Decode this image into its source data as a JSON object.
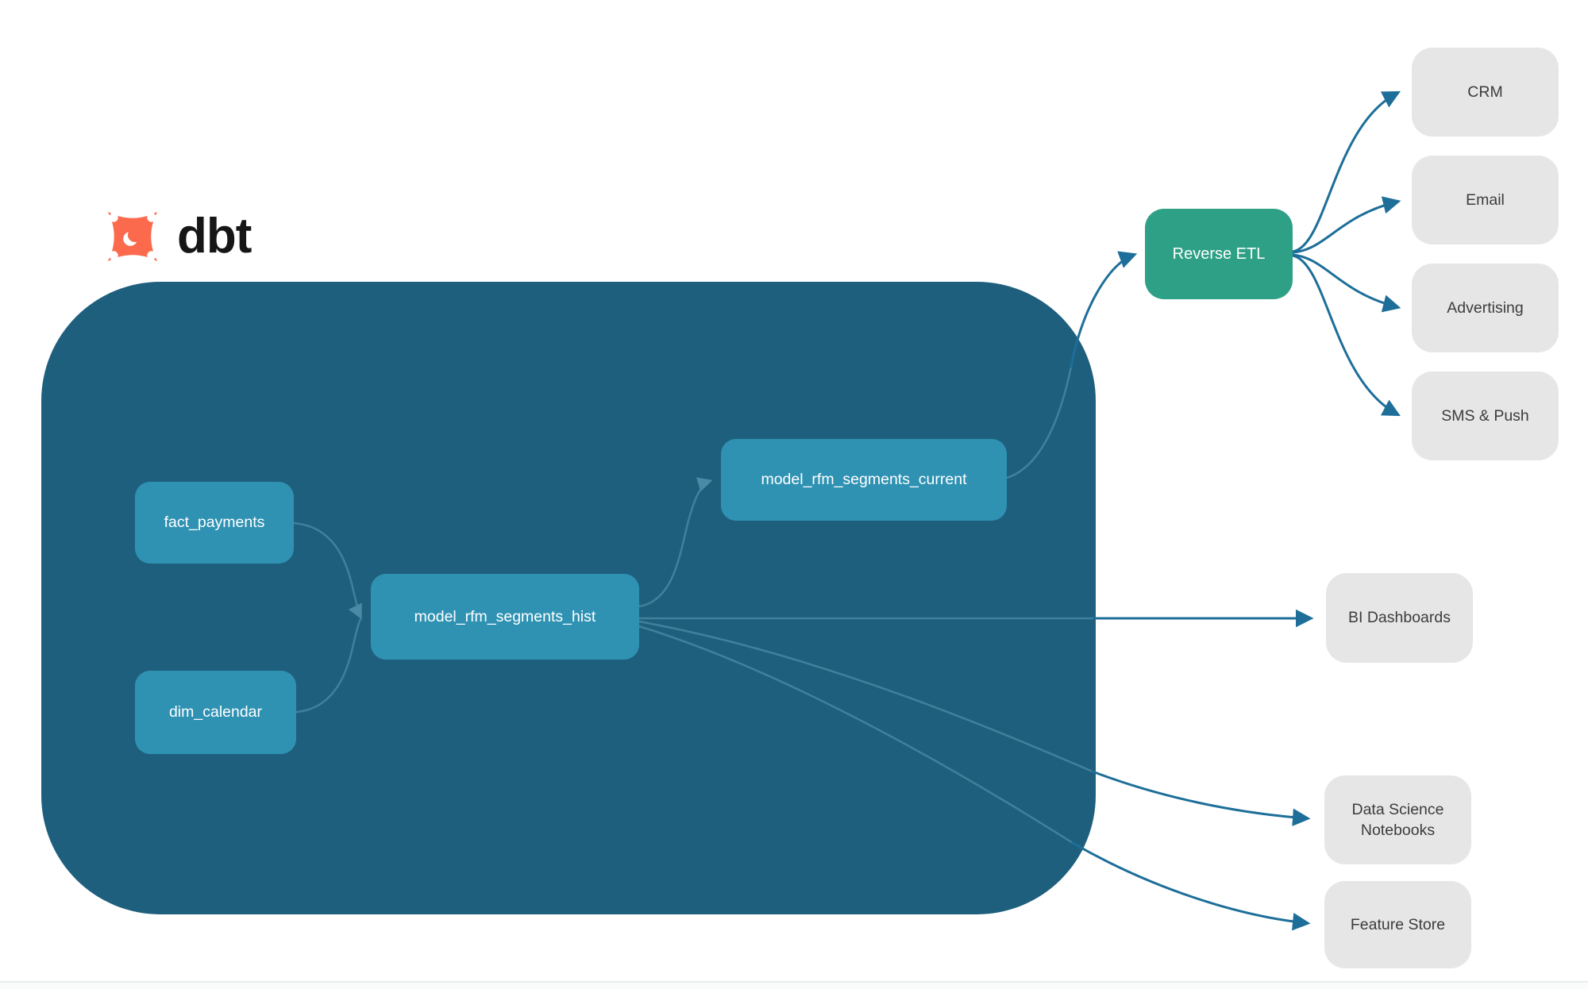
{
  "logo": {
    "wordmark": "dbt",
    "icon": "dbt-star-icon"
  },
  "colors": {
    "warehouse_container": "#1F5F7E",
    "model_node": "#2F92B3",
    "reverse_etl_node": "#2EA085",
    "destination_node": "#E6E6E6",
    "edge_dark": "#1D6E99",
    "edge_light": "#41809D",
    "logo_orange": "#FB6A4D",
    "node_text_light": "#FFFFFF",
    "node_text_dark": "#3C3C3C"
  },
  "nodes": {
    "fact_payments": "fact_payments",
    "dim_calendar": "dim_calendar",
    "model_rfm_segments_hist": "model_rfm_segments_hist",
    "model_rfm_segments_current": "model_rfm_segments_current",
    "reverse_etl": "Reverse ETL",
    "crm": "CRM",
    "email": "Email",
    "advertising": "Advertising",
    "sms_push": "SMS & Push",
    "bi_dashboards": "BI Dashboards",
    "ds_notebooks": "Data Science Notebooks",
    "feature_store": "Feature Store"
  },
  "edges": [
    {
      "from": "fact_payments",
      "to": "model_rfm_segments_hist"
    },
    {
      "from": "dim_calendar",
      "to": "model_rfm_segments_hist"
    },
    {
      "from": "model_rfm_segments_hist",
      "to": "model_rfm_segments_current"
    },
    {
      "from": "model_rfm_segments_hist",
      "to": "bi_dashboards"
    },
    {
      "from": "model_rfm_segments_hist",
      "to": "ds_notebooks"
    },
    {
      "from": "model_rfm_segments_hist",
      "to": "feature_store"
    },
    {
      "from": "model_rfm_segments_current",
      "to": "reverse_etl"
    },
    {
      "from": "reverse_etl",
      "to": "crm"
    },
    {
      "from": "reverse_etl",
      "to": "email"
    },
    {
      "from": "reverse_etl",
      "to": "advertising"
    },
    {
      "from": "reverse_etl",
      "to": "sms_push"
    }
  ]
}
